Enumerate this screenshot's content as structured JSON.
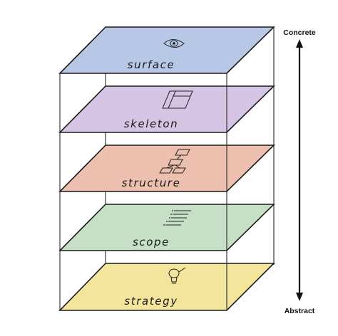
{
  "axis": {
    "top_label": "Concrete",
    "bottom_label": "Abstract"
  },
  "planes": [
    {
      "label": "surface",
      "color": "#b6c8e6",
      "icon": "eye-icon"
    },
    {
      "label": "skeleton",
      "color": "#d5c4e4",
      "icon": "page-layout-icon"
    },
    {
      "label": "structure",
      "color": "#ecbfae",
      "icon": "flowchart-icon"
    },
    {
      "label": "scope",
      "color": "#c5e0c4",
      "icon": "list-icon"
    },
    {
      "label": "strategy",
      "color": "#f3e69c",
      "icon": "lightbulb-icon"
    }
  ],
  "colors": {
    "frame": "#3a3a3a",
    "axis_arrow": "#111111"
  }
}
